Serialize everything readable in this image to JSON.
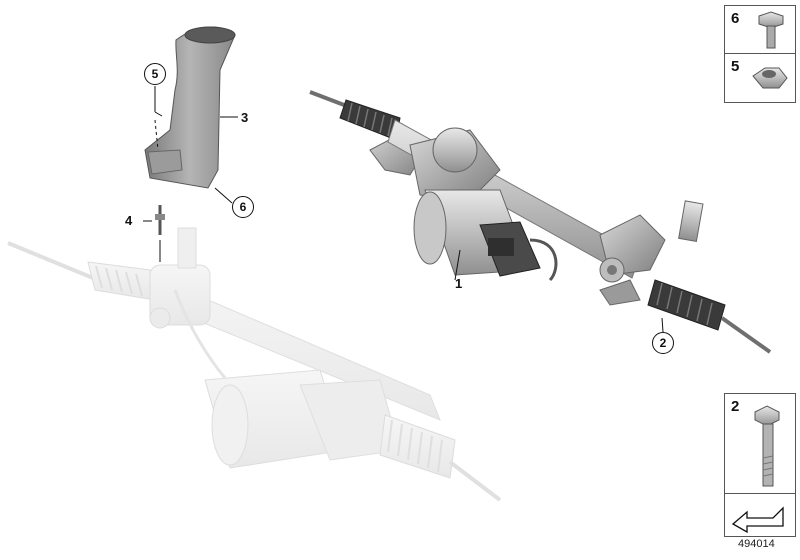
{
  "callouts": {
    "steering_gear": "1",
    "tie_rod_bolt_circle": "2",
    "heat_shield": "3",
    "stud": "4",
    "nut_circle": "5",
    "bolt_circle": "6"
  },
  "parts_boxes": {
    "bolt": "6",
    "nut": "5",
    "collar_bolt": "2"
  },
  "diagram_id": "494014",
  "colors": {
    "part_fill": "#cfcfcf",
    "part_dark": "#8a8a8a",
    "ghost_fill": "#e4e4e4",
    "line": "#111111"
  },
  "icons": [
    "steering-gear-illustration",
    "heat-shield-illustration",
    "ghost-assembly-illustration",
    "hex-bolt-icon",
    "hex-nut-icon",
    "collar-bolt-icon",
    "direction-arrow-icon"
  ]
}
